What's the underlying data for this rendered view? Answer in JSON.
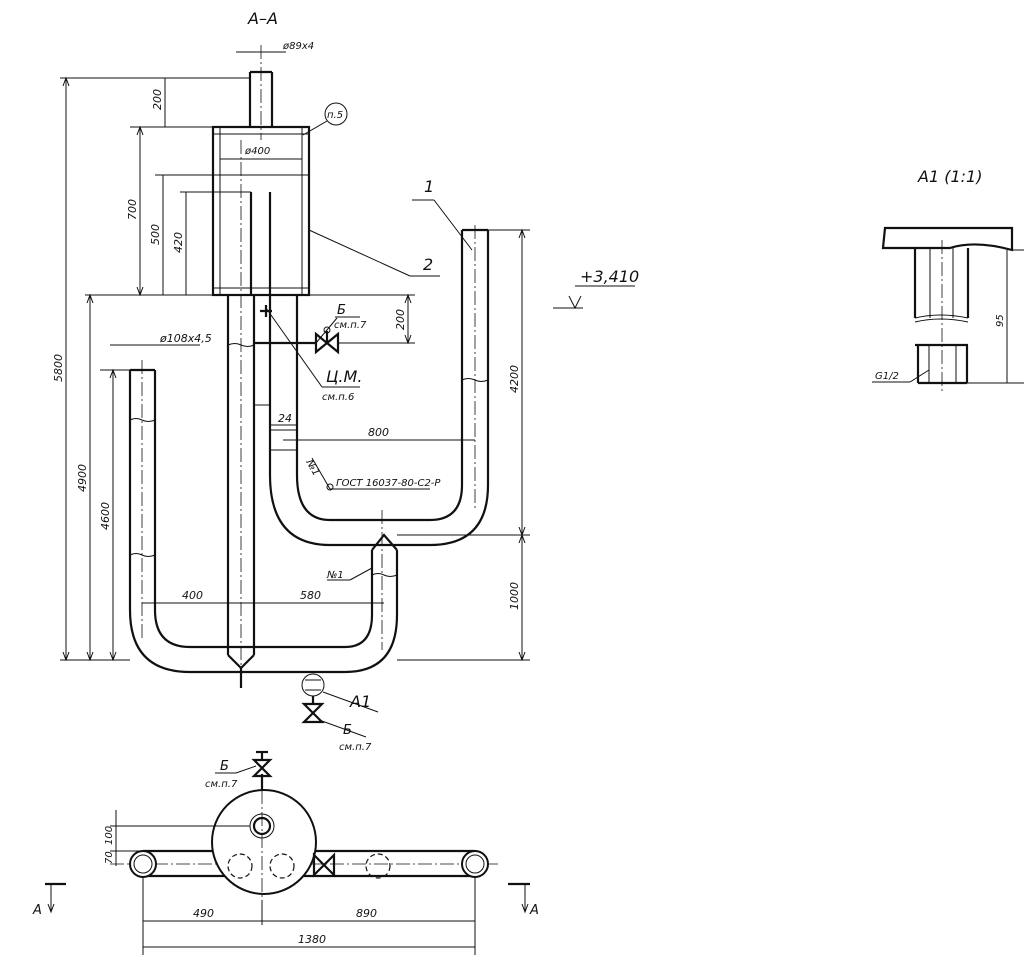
{
  "section_title": "А–А",
  "detail_title": "А1 (1:1)",
  "elevation": "+3,410",
  "pipe_top": "ø89x4",
  "pipe_side": "ø108x4,5",
  "vessel_dia": "ø400",
  "pos_ref": "п.5",
  "callout_1": "1",
  "callout_2": "2",
  "callout_b": "Б",
  "see_p7": "см.п.7",
  "cm_label": "Ц.М.",
  "see_p6": "см.п.6",
  "standard": "ГОСТ 16037-80-С2-Р",
  "weld_1": "№1",
  "weld_2": "№1",
  "callout_a1": "А1",
  "thread": "G1/2",
  "section_mark": "А",
  "dims": {
    "d5800": "5800",
    "d4900": "4900",
    "d4600": "4600",
    "d200a": "200",
    "d700": "700",
    "d500": "500",
    "d420": "420",
    "d200b": "200",
    "d4200": "4200",
    "d1000": "1000",
    "d800": "800",
    "d24": "24",
    "d400": "400",
    "d580": "580",
    "d95": "95",
    "d100": "100",
    "d70": "70",
    "d490": "490",
    "d890": "890",
    "d1380": "1380"
  }
}
